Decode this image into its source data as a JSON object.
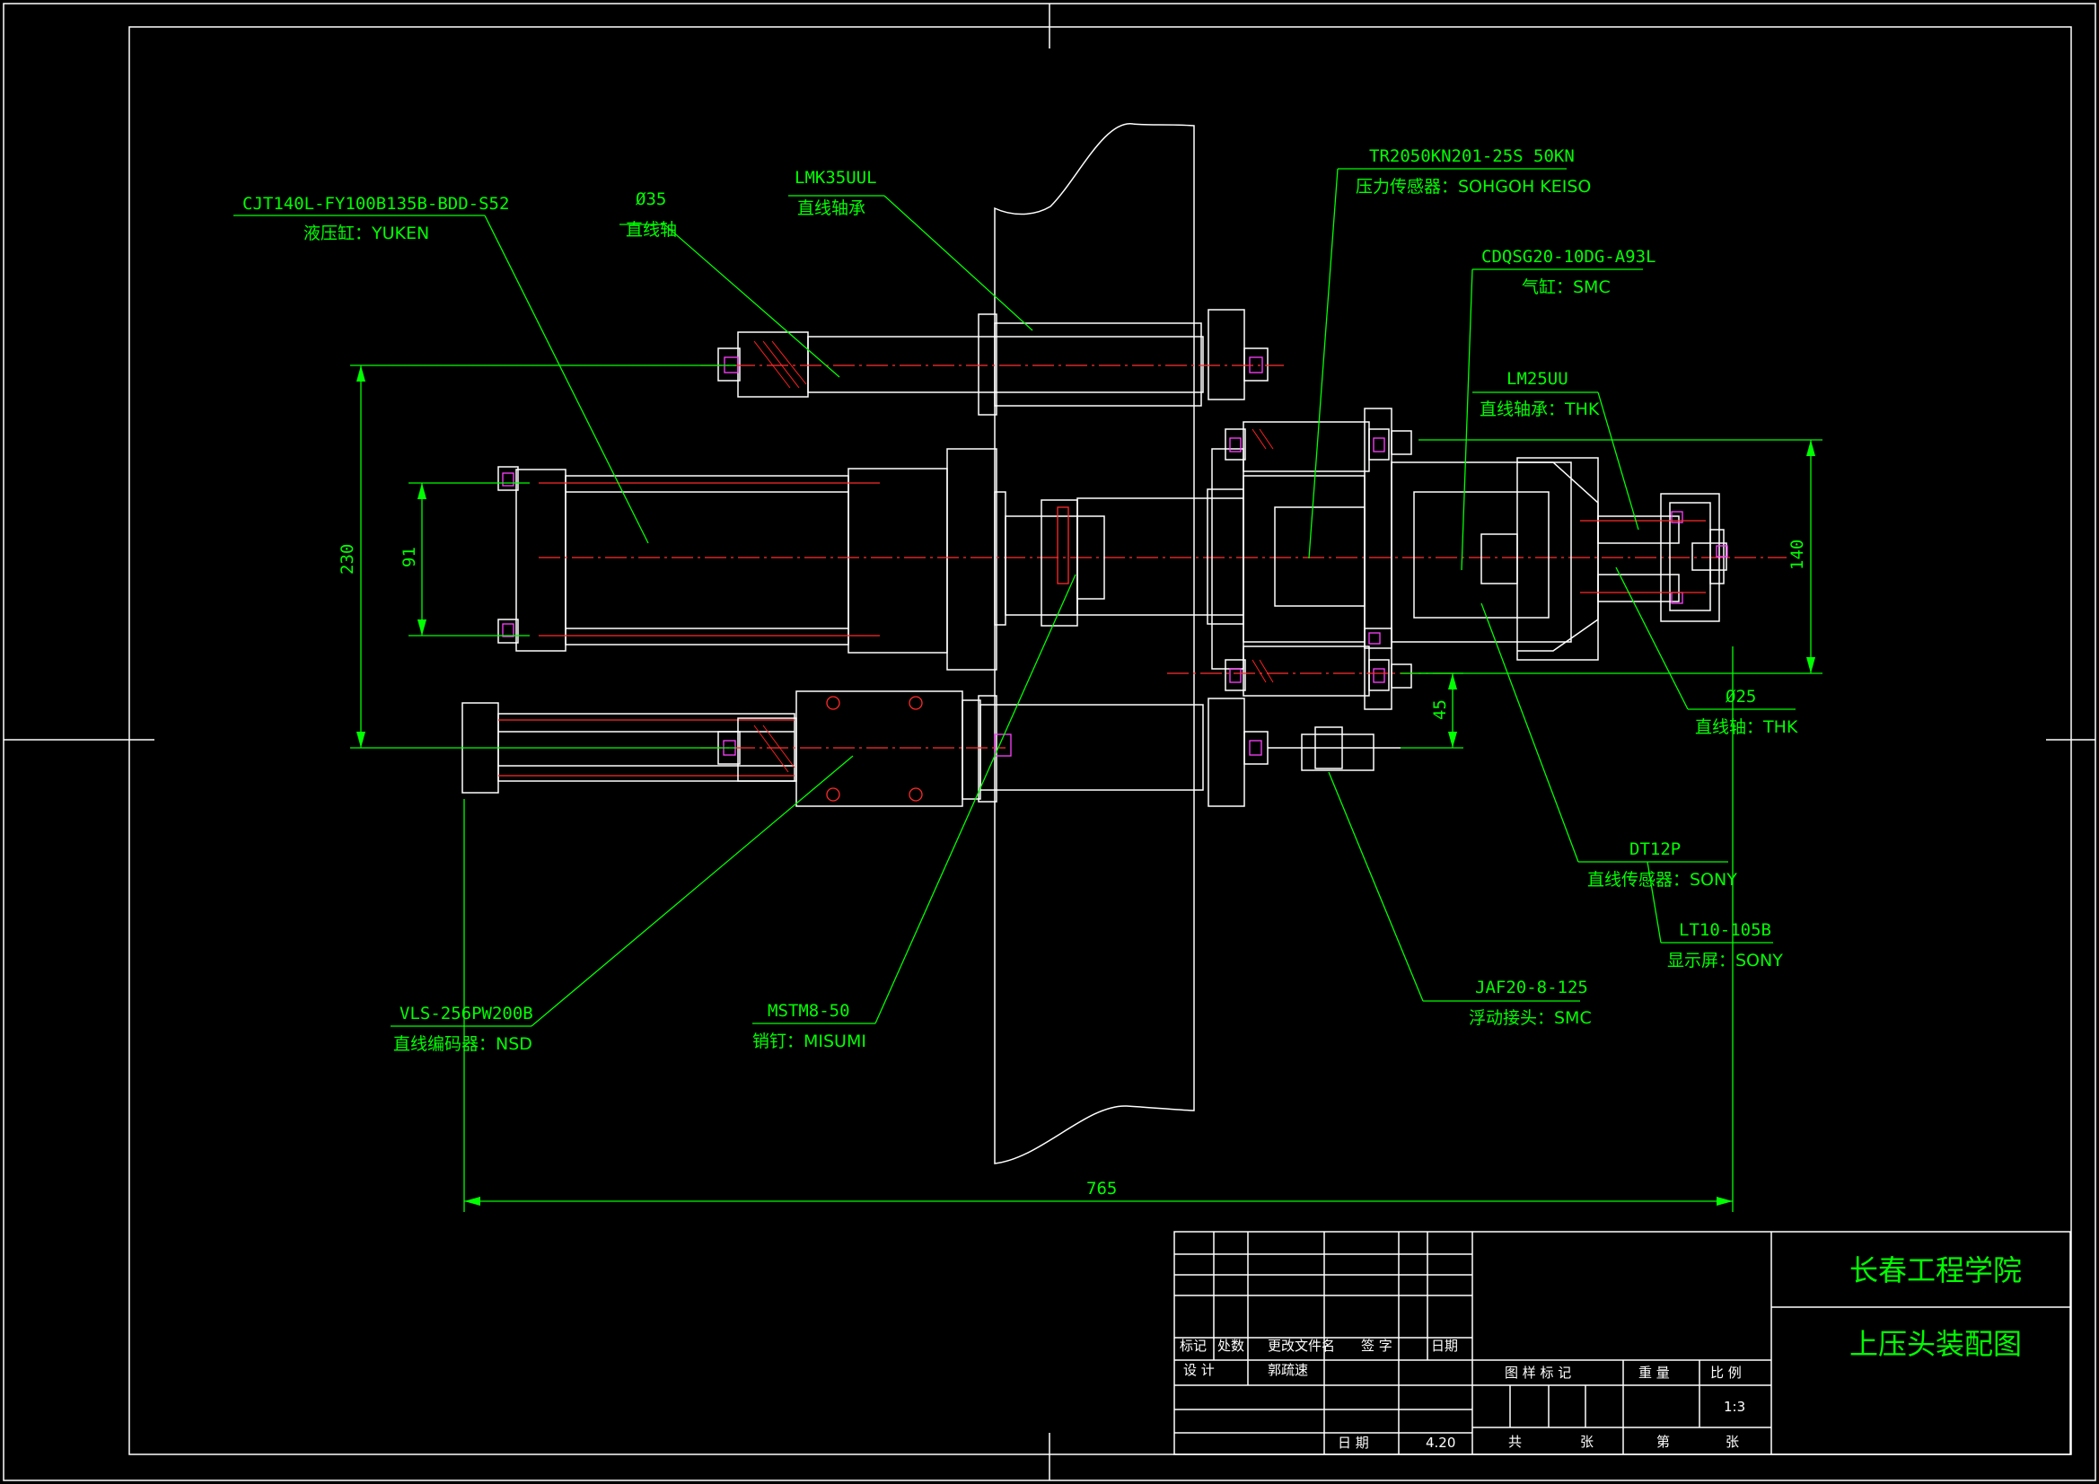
{
  "labels": {
    "hydraulic_cylinder": {
      "model": "CJT140L-FY100B135B-BDD-S52",
      "desc": "液压缸：YUKEN"
    },
    "shaft35": {
      "model": "Ø35",
      "desc": "直线轴"
    },
    "bearing35": {
      "model": "LMK35UUL",
      "desc": "直线轴承"
    },
    "load_cell": {
      "model": "TR2050KN201-25S 50KN",
      "desc": "压力传感器：SOHGOH KEISO"
    },
    "air_cylinder": {
      "model": "CDQSG20-10DG-A93L",
      "desc": "气缸：SMC"
    },
    "bearing25": {
      "model": "LM25UU",
      "desc": "直线轴承：THK"
    },
    "shaft25": {
      "model": "Ø25",
      "desc": "直线轴：THK"
    },
    "linear_sensor": {
      "model": "DT12P",
      "desc": "直线传感器：SONY"
    },
    "display": {
      "model": "LT10-105B",
      "desc": "显示屏：SONY"
    },
    "floating_joint": {
      "model": "JAF20-8-125",
      "desc": "浮动接头：SMC"
    },
    "pin": {
      "model": "MSTM8-50",
      "desc": "销钉：MISUMI"
    },
    "encoder": {
      "model": "VLS-256PW200B",
      "desc": "直线编码器：NSD"
    }
  },
  "dimensions": {
    "d230": "230",
    "d91": "91",
    "d140": "140",
    "d45": "45",
    "d765": "765"
  },
  "title_block": {
    "school": "长春工程学院",
    "drawing_title": "上压头装配图",
    "headers": [
      "标记",
      "处数",
      "更改文件名",
      "签 字",
      "日期"
    ],
    "design_label": "设  计",
    "designer": "郭疏速",
    "date_label": "日  期",
    "date_value": "4.20",
    "stage_label": "图  样  标  记",
    "weight_label": "重  量",
    "scale_label": "比  例",
    "scale_value": "1:3",
    "total_label": "共",
    "sheet_unit": "张",
    "sheet_label": "第",
    "sheet_unit2": "张"
  }
}
